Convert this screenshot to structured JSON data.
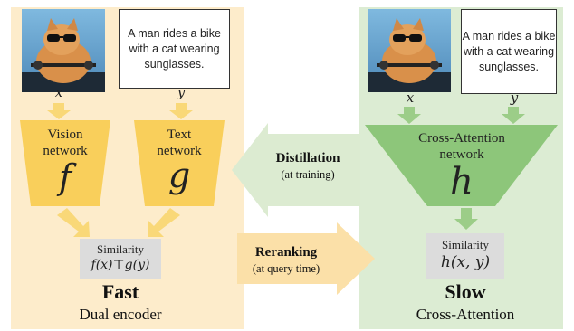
{
  "caption_text": "A man rides a bike with a cat wearing sunglasses.",
  "left": {
    "var_x": "x",
    "var_y": "y",
    "vision_label": "Vision network",
    "vision_fn": "f",
    "text_label": "Text network",
    "text_fn": "g",
    "sim_title": "Similarity",
    "sim_formula": "f(x)⊤g(y)",
    "speed": "Fast",
    "model": "Dual encoder"
  },
  "right": {
    "var_x": "x",
    "var_y": "y",
    "cross_label": "Cross-Attention network",
    "cross_fn": "h",
    "sim_title": "Similarity",
    "sim_formula": "h(x, y)",
    "speed": "Slow",
    "model": "Cross-Attention"
  },
  "middle": {
    "distill_title": "Distillation",
    "distill_sub": "(at training)",
    "rerank_title": "Reranking",
    "rerank_sub": "(at query time)"
  },
  "colors": {
    "left_bg": "#fdeccb",
    "right_bg": "#dcecd3",
    "yellow": "#f9cf5b",
    "yellow_arrow": "#f9d878",
    "green": "#8dc67a",
    "green_arrow": "#9ccd88",
    "distill_arrow": "#dcebd1",
    "rerank_arrow": "#fbe0a8"
  }
}
